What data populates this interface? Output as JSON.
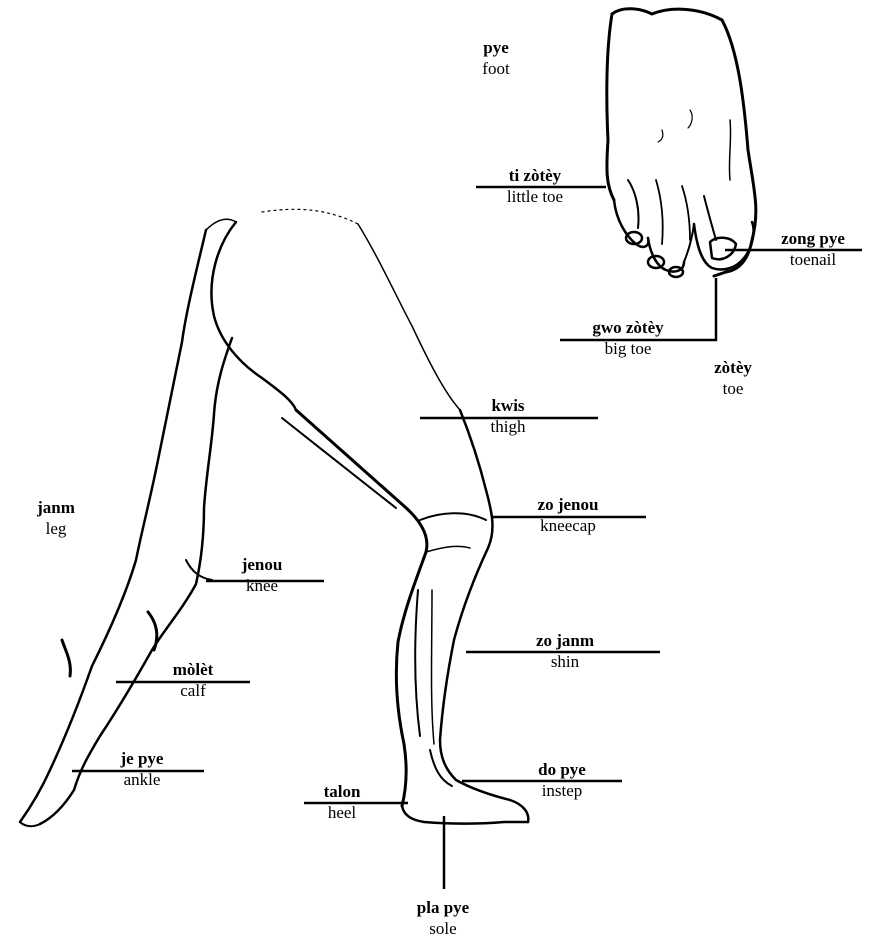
{
  "labels": {
    "foot": {
      "term": "pye",
      "gloss": "foot"
    },
    "little_toe": {
      "term": "ti zòtèy",
      "gloss": "little toe"
    },
    "toenail": {
      "term": "zong pye",
      "gloss": "toenail"
    },
    "big_toe": {
      "term": "gwo zòtèy",
      "gloss": "big toe"
    },
    "toe": {
      "term": "zòtèy",
      "gloss": "toe"
    },
    "thigh": {
      "term": "kwis",
      "gloss": "thigh"
    },
    "leg": {
      "term": "janm",
      "gloss": "leg"
    },
    "kneecap": {
      "term": "zo jenou",
      "gloss": "kneecap"
    },
    "knee": {
      "term": "jenou",
      "gloss": "knee"
    },
    "shin": {
      "term": "zo janm",
      "gloss": "shin"
    },
    "calf": {
      "term": "mòlèt",
      "gloss": "calf"
    },
    "ankle": {
      "term": "je pye",
      "gloss": "ankle"
    },
    "instep": {
      "term": "do pye",
      "gloss": "instep"
    },
    "heel": {
      "term": "talon",
      "gloss": "heel"
    },
    "sole": {
      "term": "pla pye",
      "gloss": "sole"
    }
  }
}
